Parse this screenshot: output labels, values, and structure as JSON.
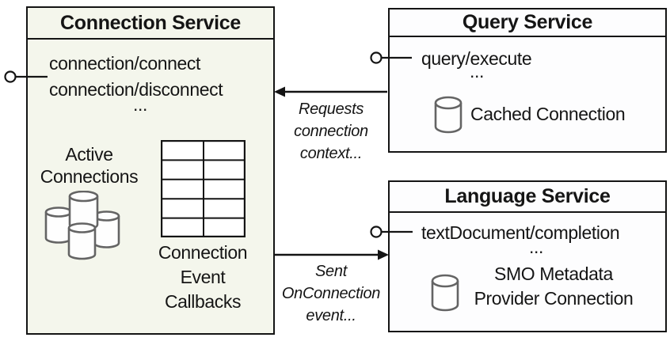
{
  "diagram": {
    "connection_service": {
      "title": "Connection Service",
      "method_1": "connection/connect",
      "method_2": "connection/disconnect",
      "ellipsis": "...",
      "active_connections_label": "Active\nConnections",
      "callbacks_label": "Connection\nEvent\nCallbacks"
    },
    "query_service": {
      "title": "Query Service",
      "method_1": "query/execute",
      "ellipsis": "...",
      "cache_label": "Cached Connection"
    },
    "language_service": {
      "title": "Language Service",
      "method_1": "textDocument/completion",
      "ellipsis": "...",
      "smo_label": "SMO Metadata\nProvider Connection"
    },
    "edges": {
      "requests_label": "Requests\nconnection\ncontext...",
      "sent_label": "Sent\nOnConnection\nevent..."
    },
    "icons": {
      "active_connections": "database-cluster-icon",
      "callbacks_table": "table-grid-icon",
      "cached_connection": "database-icon",
      "smo_connection": "database-icon",
      "interface_ports": "lollipop-interface-icon"
    },
    "colors": {
      "connection_box_fill": "#f4f6ec",
      "service_box_fill": "#fdfdfe",
      "border": "#141414",
      "cylinder_stroke": "#646464",
      "background": "#ffffff"
    }
  }
}
